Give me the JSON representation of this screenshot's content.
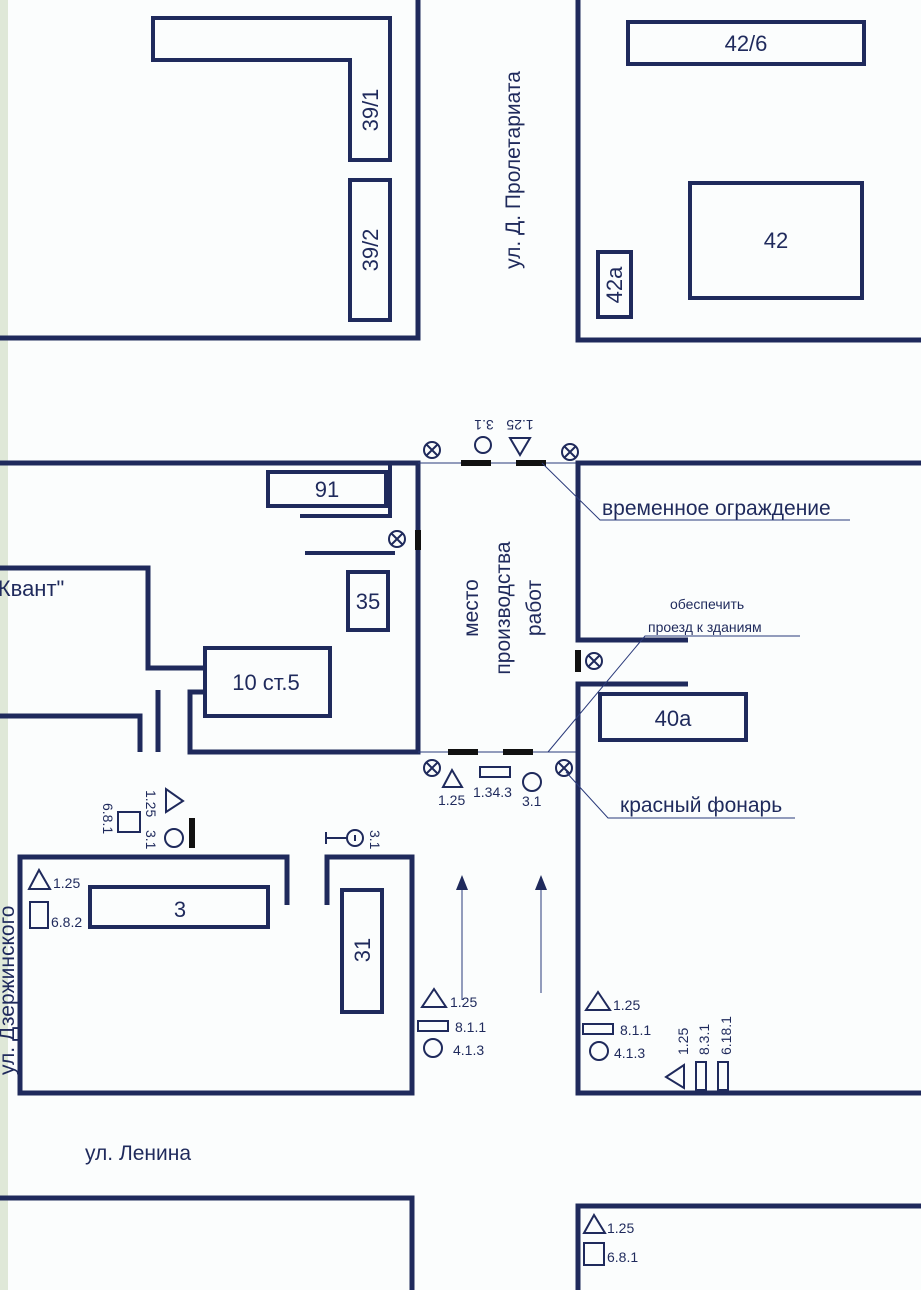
{
  "streets": {
    "proletariata": "ул. Д. Пролетариата",
    "lenina": "ул. Ленина",
    "dzerzhinskogo": "ул. Дзержинского",
    "kvant": "\"Квант\""
  },
  "buildings": {
    "b39_1": "39/1",
    "b39_2": "39/2",
    "b42_6": "42/6",
    "b42": "42",
    "b42a": "42а",
    "b91": "91",
    "b35": "35",
    "b10": "10 ст.5",
    "b40a": "40а",
    "b3": "3",
    "b31": "31"
  },
  "work_zone": {
    "line1": "место",
    "line2": "производства",
    "line3": "работ"
  },
  "callouts": {
    "fence": "временное ограждение",
    "access1": "обеспечить",
    "access2": "проезд к зданиям",
    "lamp": "красный фонарь"
  },
  "signs": {
    "top_31": "3.1",
    "top_125": "1.25",
    "bot_125": "1.25",
    "bot_1343": "1.34.3",
    "bot_31": "3.1",
    "nw_125": "1.25",
    "nw_681": "6.8.1",
    "nw_31": "3.1",
    "stop_31": "3.1",
    "b3_125": "1.25",
    "b3_682": "6.8.2",
    "mid_125": "1.25",
    "mid_811": "8.1.1",
    "mid_413": "4.1.3",
    "right_125": "1.25",
    "right_811": "8.1.1",
    "right_413": "4.1.3",
    "rv_125": "1.25",
    "rv_831": "8.3.1",
    "rv_6181": "6.18.1",
    "se_125": "1.25",
    "se_681": "6.8.1"
  },
  "colors": {
    "line": "#1f2a5c",
    "background": "#fbfdfd"
  }
}
